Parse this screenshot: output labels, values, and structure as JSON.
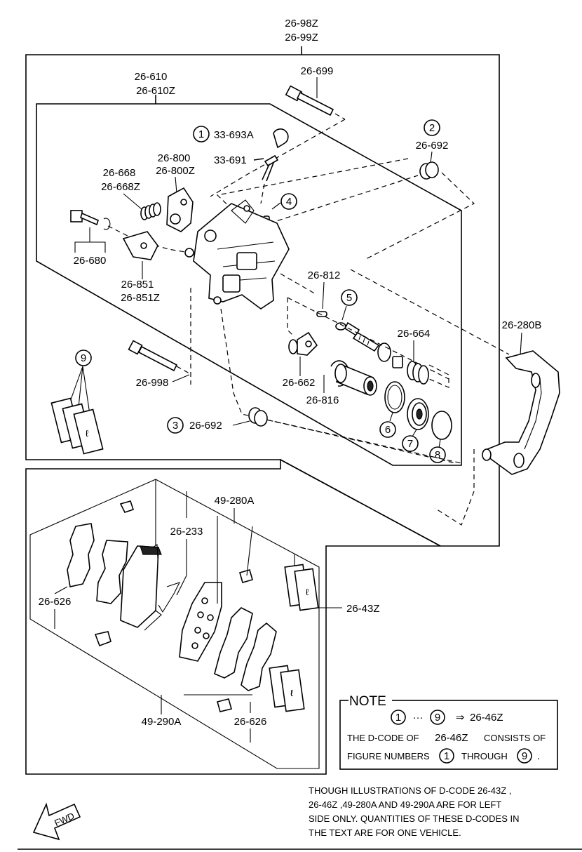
{
  "labels": {
    "top_assembly": [
      "26-98Z",
      "26-99Z"
    ],
    "caliper": [
      "26-610",
      "26-610Z"
    ],
    "p26_699": "26-699",
    "p33_693a": "33-693A",
    "p33_691": "33-691",
    "p26_800": [
      "26-800",
      "26-800Z"
    ],
    "p26_668": [
      "26-668",
      "26-668Z"
    ],
    "p26_692_top": "26-692",
    "p26_680": "26-680",
    "p26_851": [
      "26-851",
      "26-851Z"
    ],
    "p26_812": "26-812",
    "p26_664": "26-664",
    "p26_280b": "26-280B",
    "p26_998": "26-998",
    "p26_662": "26-662",
    "p26_816": "26-816",
    "p26_692_bottom": "26-692",
    "p49_280a": "49-280A",
    "p26_233": "26-233",
    "p26_626_left": "26-626",
    "p26_43z": "26-43Z",
    "p49_290a": "49-290A",
    "p26_626_bottom": "26-626"
  },
  "circled": {
    "c1": "1",
    "c2": "2",
    "c3": "3",
    "c4": "4",
    "c5": "5",
    "c6": "6",
    "c7": "7",
    "c8": "8",
    "c9": "9"
  },
  "note": {
    "title": "NOTE",
    "range_from": "1",
    "ellipsis": "···",
    "range_to": "9",
    "arrow": "⇒",
    "code": "26-46Z",
    "line2_a": "THE D-CODE OF",
    "line2_code": "26-46Z",
    "line2_b": "CONSISTS OF",
    "line3_a": "FIGURE NUMBERS",
    "line3_from": "1",
    "line3_mid": "THROUGH",
    "line3_to": "9",
    "line3_end": "."
  },
  "disclaimer": [
    "THOUGH ILLUSTRATIONS OF D-CODE 26-43Z ,",
    "26-46Z  ,49-280A AND 49-290A ARE FOR LEFT",
    "SIDE ONLY. QUANTITIES OF THESE D-CODES IN",
    "THE TEXT ARE FOR ONE VEHICLE."
  ],
  "fwd": "FWD"
}
